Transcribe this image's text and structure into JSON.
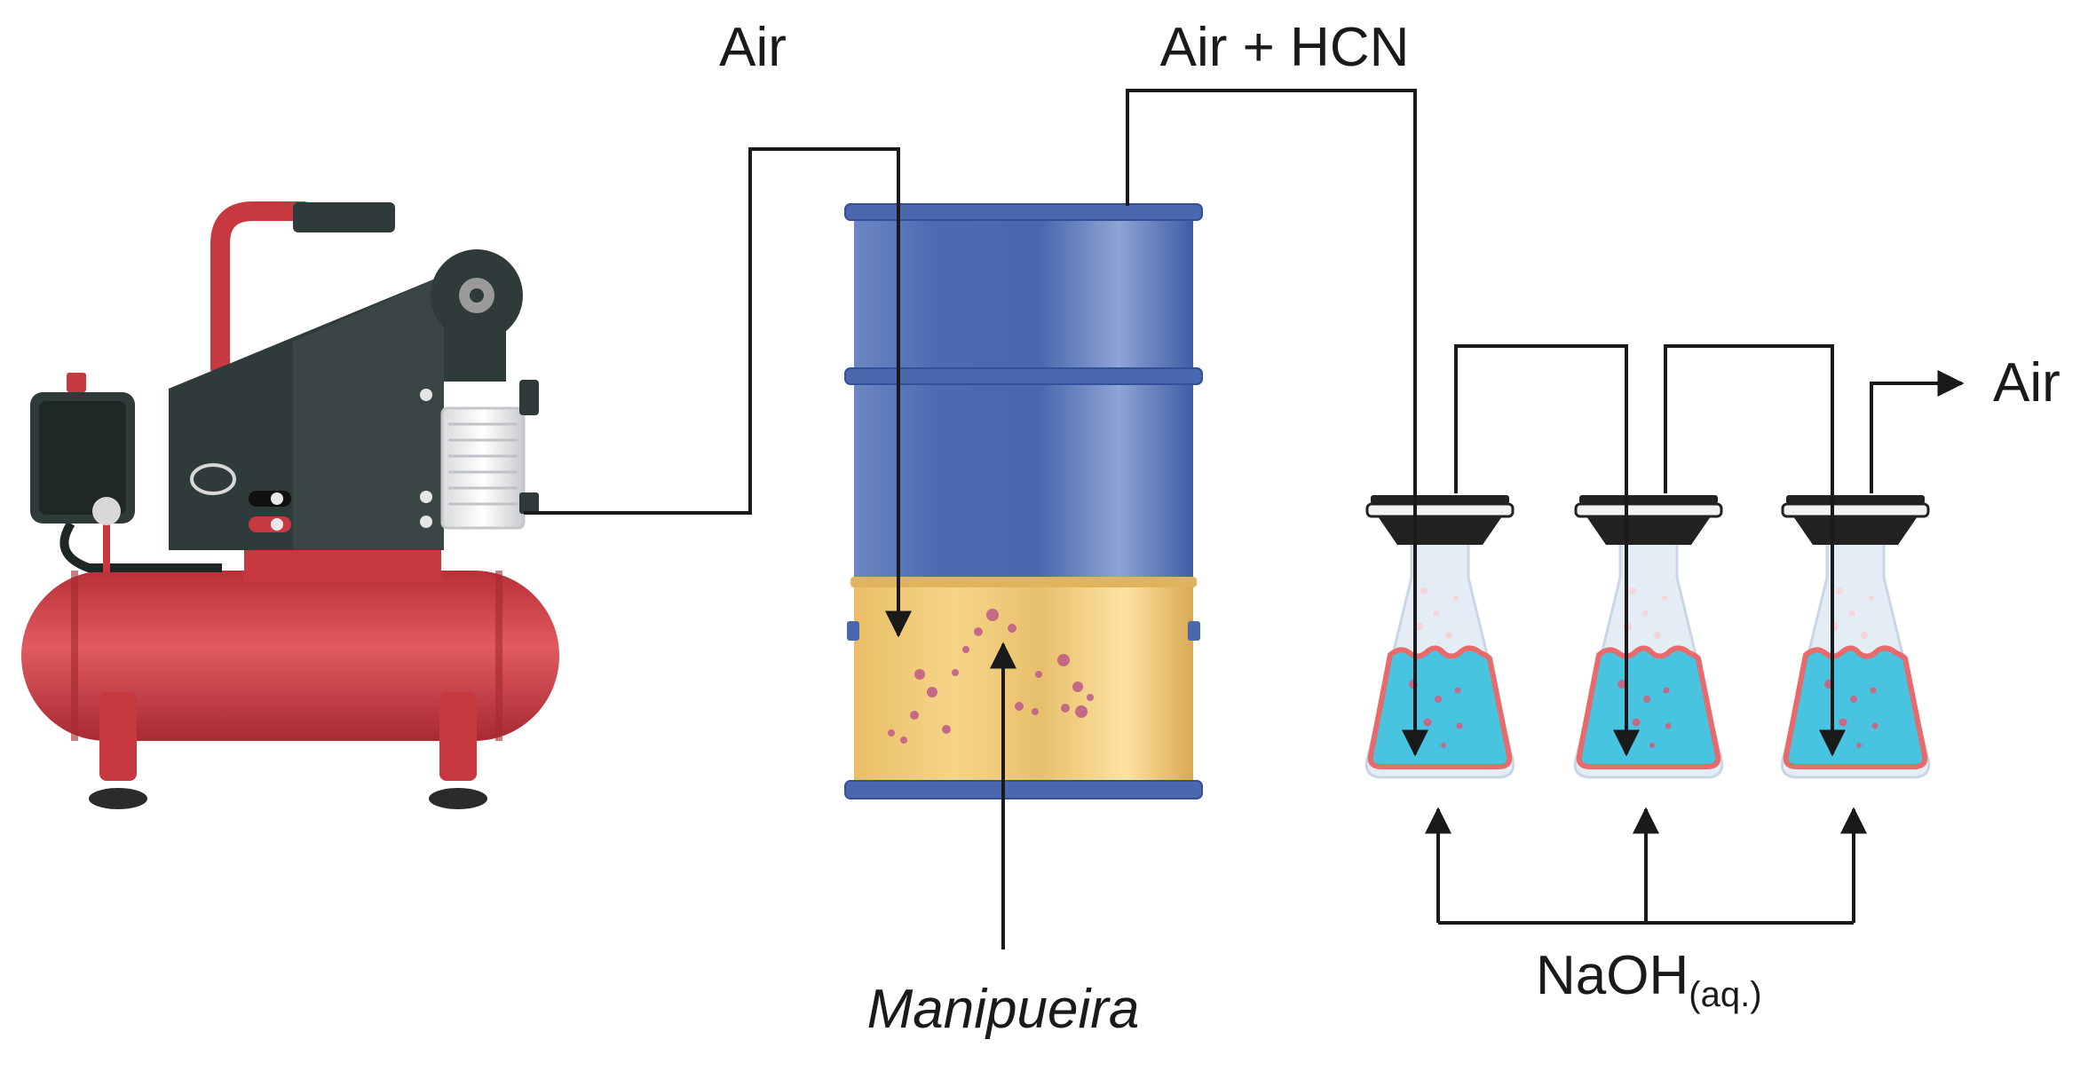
{
  "labels": {
    "air_in": "Air",
    "air_hcn": "Air + HCN",
    "air_out": "Air",
    "manipueira": "Manipueira",
    "naoh_main": "NaOH",
    "naoh_sub": "(aq.)"
  },
  "colors": {
    "compressor_red": "#c8383f",
    "compressor_body": "#2f3a3a",
    "drum_blue": "#4a6ab0",
    "liquid_yellow": "#f3d07e",
    "naoh_blue": "#48c3e0",
    "flask_outline": "#e86a6a",
    "stopper": "#222222",
    "bubble": "#c56a86"
  },
  "icons": [
    "air-compressor-icon",
    "steel-drum-icon",
    "erlenmeyer-flask-icon"
  ]
}
